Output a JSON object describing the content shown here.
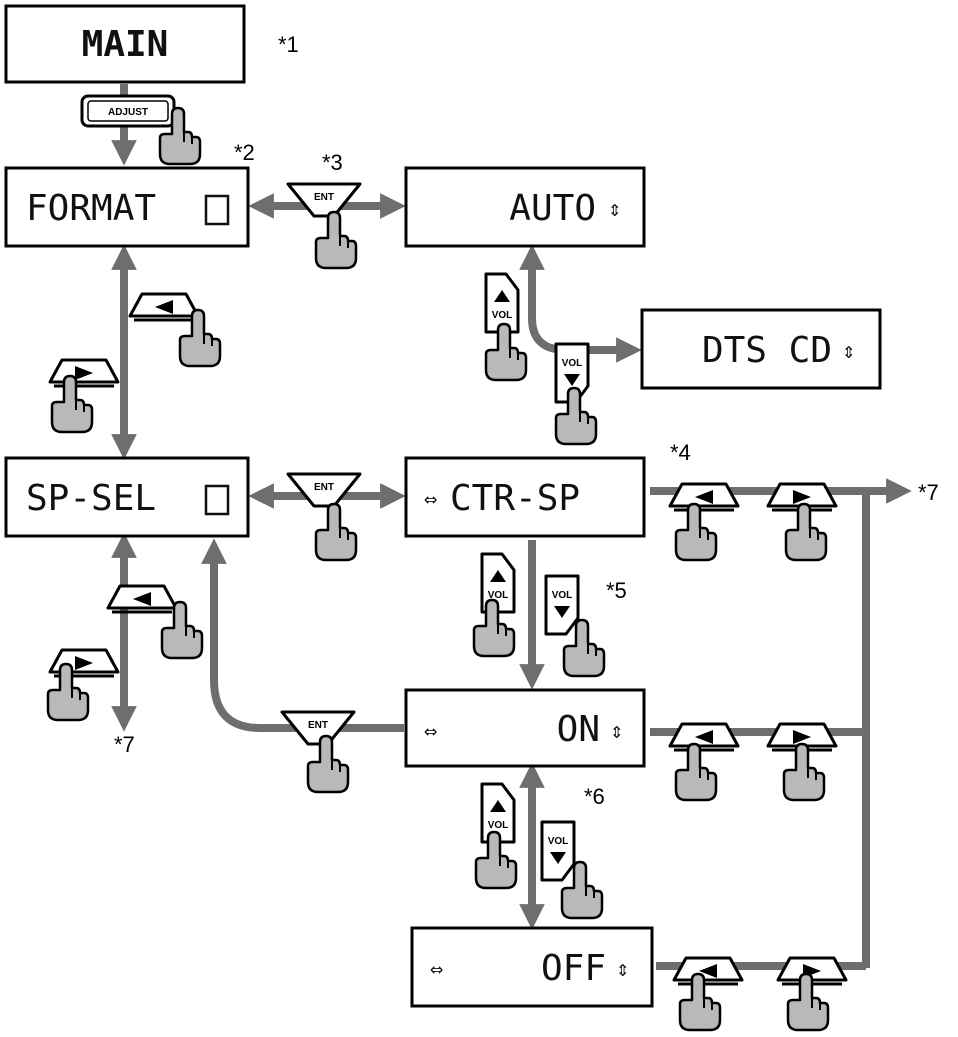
{
  "displays": {
    "main": "MAIN",
    "format": "FORMAT",
    "auto": "AUTO",
    "dts_cd": "DTS CD",
    "sp_sel": "SP-SEL",
    "ctr_sp": "CTR-SP",
    "on": "ON",
    "off": "OFF"
  },
  "buttons": {
    "adjust": "ADJUST",
    "ent": "ENT",
    "vol": "VOL"
  },
  "notes": {
    "n1": "*1",
    "n2": "*2",
    "n3": "*3",
    "n4": "*4",
    "n5": "*5",
    "n6": "*6",
    "n7a": "*7",
    "n7b": "*7"
  },
  "colors": {
    "arrow": "#6e6e6e",
    "hand": "#b9b9b9",
    "outline": "#000000"
  }
}
